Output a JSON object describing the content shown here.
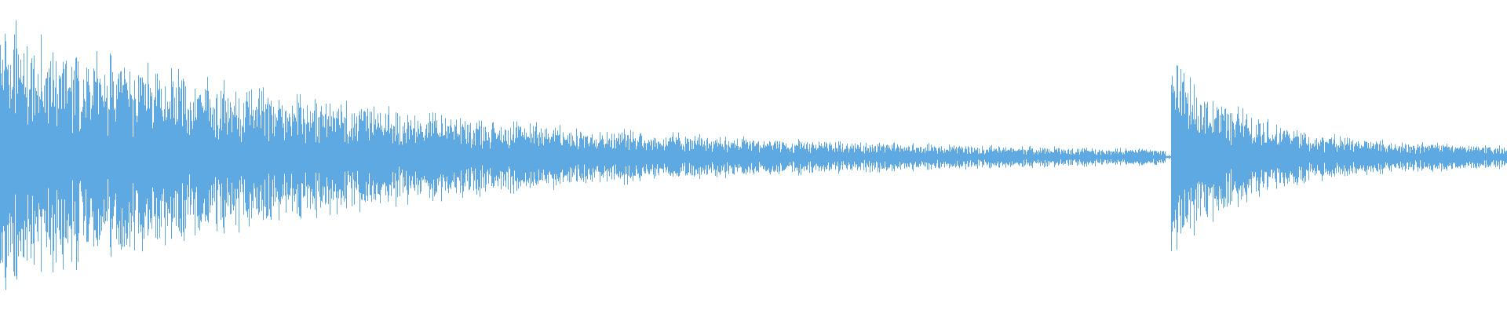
{
  "waveform": {
    "color": "#5fa9e2",
    "background": "#ffffff",
    "segments": [
      {
        "start": 0.0,
        "end": 0.773,
        "peak": 0.72,
        "decay": 3.2,
        "floor": 0.015
      },
      {
        "start": 0.773,
        "end": 0.777,
        "peak": 0.01,
        "decay": 0.0,
        "floor": 0.005
      },
      {
        "start": 0.777,
        "end": 1.0,
        "peak": 0.57,
        "decay": 4.5,
        "floor": 0.06
      }
    ]
  }
}
